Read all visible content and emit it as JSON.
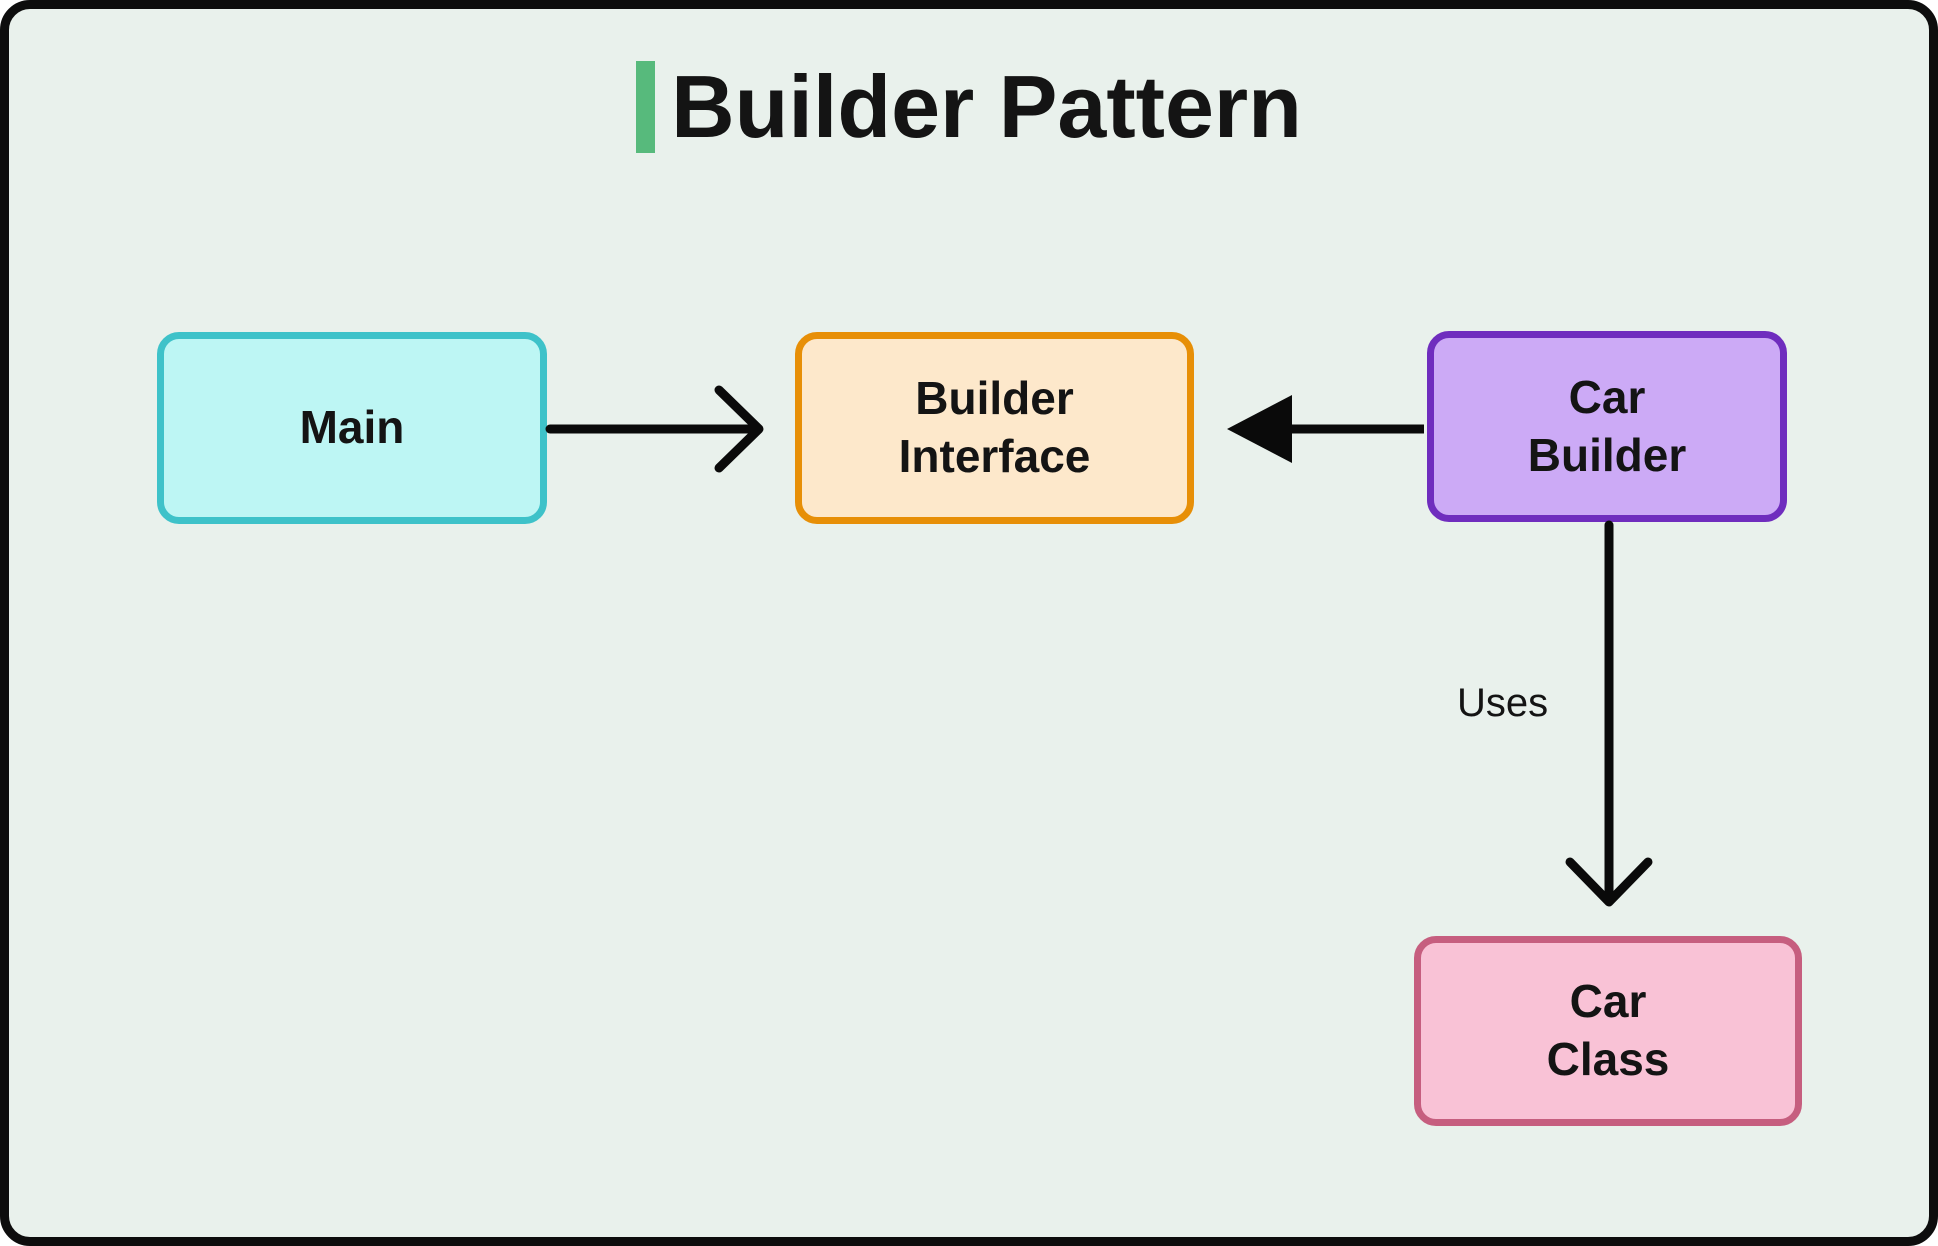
{
  "diagram": {
    "title": "Builder Pattern",
    "colors": {
      "background": "#E9F1EC",
      "frame_border": "#0D0D0D",
      "title_accent": "#57BA7C",
      "arrow": "#0A0A0A",
      "text": "#141414",
      "main_fill": "#BDF6F4",
      "main_border": "#3EC2C9",
      "builder_interface_fill": "#FDE8CB",
      "builder_interface_border": "#E78F07",
      "car_builder_fill": "#CCAAF6",
      "car_builder_border": "#6F2DBE",
      "car_class_fill": "#F9C2D6",
      "car_class_border": "#C65E7F"
    },
    "nodes": [
      {
        "id": "main",
        "label": "Main"
      },
      {
        "id": "builder-interface",
        "label": "Builder\nInterface"
      },
      {
        "id": "car-builder",
        "label": "Car\nBuilder"
      },
      {
        "id": "car-class",
        "label": "Car\nClass"
      }
    ],
    "edges": [
      {
        "from": "main",
        "to": "builder-interface",
        "label": "",
        "head": "open-chevron"
      },
      {
        "from": "car-builder",
        "to": "builder-interface",
        "label": "",
        "head": "filled-triangle"
      },
      {
        "from": "car-builder",
        "to": "car-class",
        "label": "Uses",
        "head": "open-chevron"
      }
    ]
  }
}
